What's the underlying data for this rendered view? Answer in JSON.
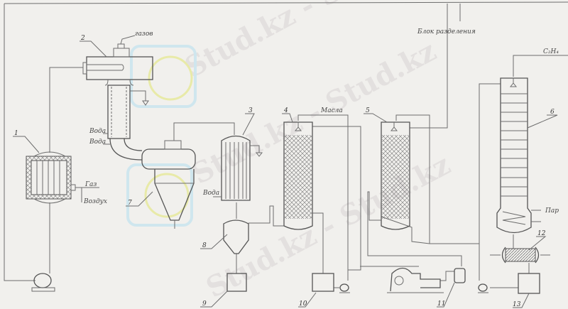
{
  "labels": {
    "gases": "газов",
    "water1": "Вода",
    "water2": "Вода",
    "water3": "Вода",
    "gas": "Газ",
    "air": "Воздух",
    "oil": "Масла",
    "separation_block": "Блок разделения",
    "ethylene": "C₂H₄",
    "steam": "Пар"
  },
  "equipment_numbers": [
    "1",
    "2",
    "3",
    "4",
    "5",
    "6",
    "7",
    "8",
    "9",
    "10",
    "11",
    "12",
    "13"
  ],
  "watermark": "Stud.kz - Stud.kz"
}
